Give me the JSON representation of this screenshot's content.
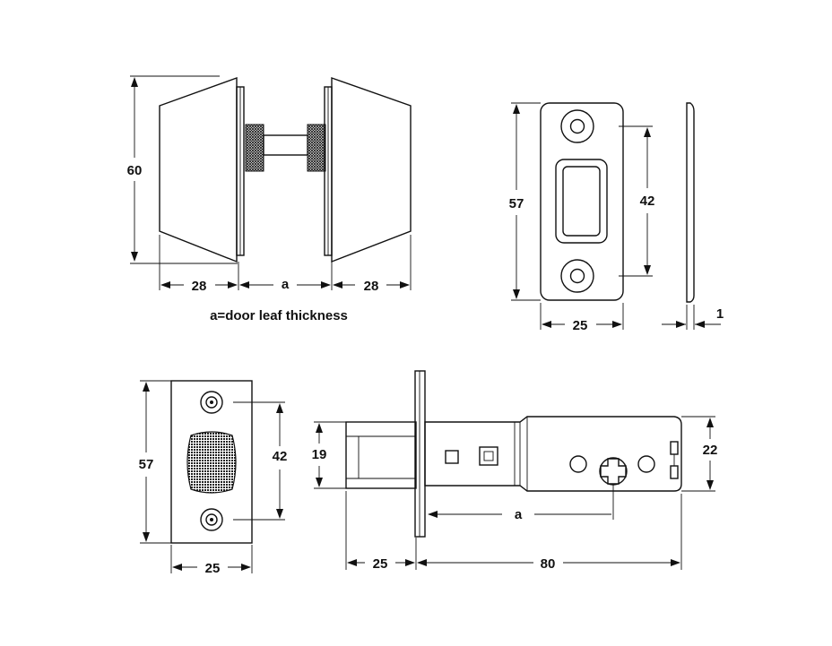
{
  "views": {
    "knob_side": {
      "height_60": "60",
      "left_28": "28",
      "gap_a": "a",
      "right_28": "28",
      "note": "a=door leaf thickness"
    },
    "strike_plate": {
      "height_57": "57",
      "hole_spacing_42": "42",
      "width_25": "25",
      "thickness_1": "1"
    },
    "latch_face": {
      "height_57": "57",
      "hole_spacing_42": "42",
      "width_25": "25"
    },
    "latch_side": {
      "bolt_19": "19",
      "body_22": "22",
      "backset_a": "a",
      "bolt_25": "25",
      "length_80": "80"
    }
  }
}
